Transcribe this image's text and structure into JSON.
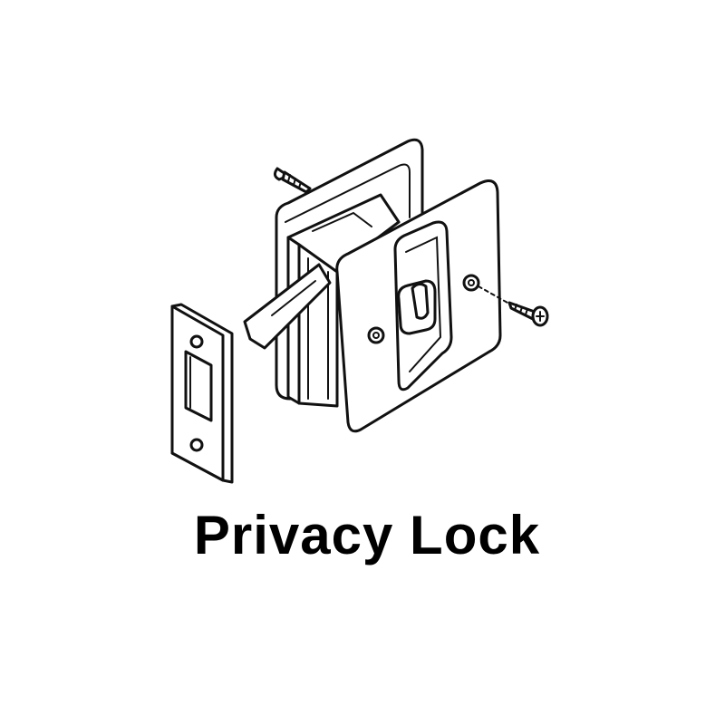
{
  "title": "Privacy Lock",
  "illustration": {
    "parts": [
      "strike-plate",
      "lock-body",
      "latch",
      "thumb-turn",
      "screws"
    ],
    "line_color": "#111111",
    "background": "#ffffff"
  }
}
